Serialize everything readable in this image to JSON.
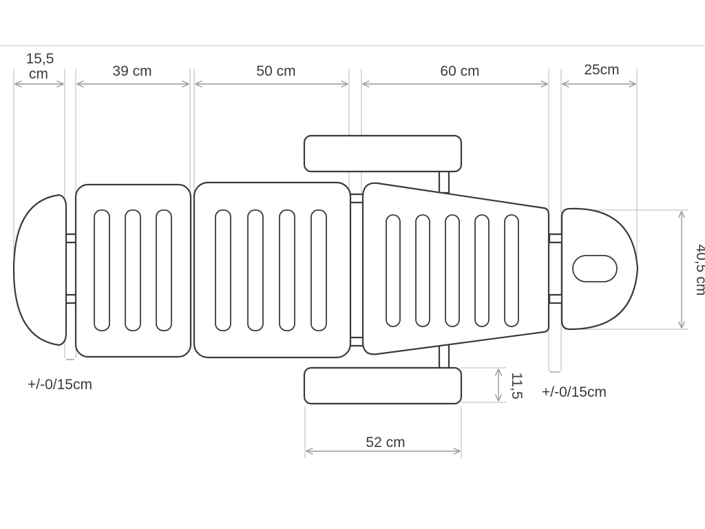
{
  "labels": {
    "headrest_width_line1": "15,5",
    "headrest_width_line2": "cm",
    "shoulder_section": "39 cm",
    "middle_section": "50 cm",
    "leg_section": "60 cm",
    "face_rest": "25cm",
    "face_rest_width": "40,5 cm",
    "gap_left": "+/-0/15cm",
    "gap_right": "+/-0/15cm",
    "armrest_width": "11,5",
    "armrest_length": "52 cm"
  },
  "colors": {
    "outline": "#3a3a3a",
    "dimension": "#9a9a9a",
    "background": "#ffffff"
  }
}
